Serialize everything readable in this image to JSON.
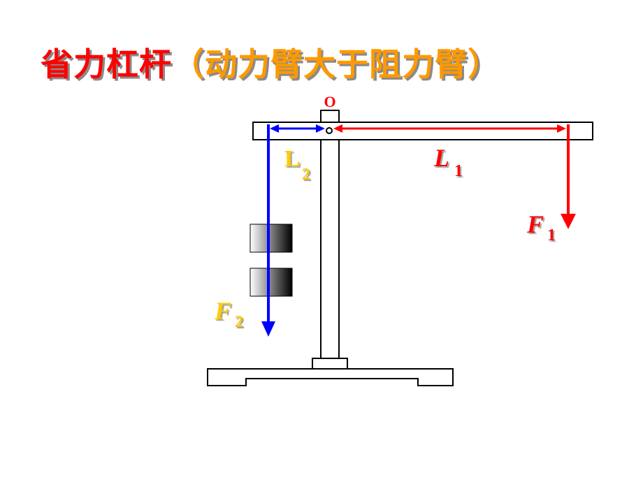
{
  "title": {
    "main": "省力杠杆",
    "paren": "（动力臂大于阻力臂）"
  },
  "labels": {
    "pivot": "O",
    "L2_main": "L",
    "L2_sub": "2",
    "L1_main": "L",
    "L1_sub": "1",
    "F1_main": "F",
    "F1_sub": "1",
    "F2_main": "F",
    "F2_sub": "2"
  },
  "colors": {
    "title_main": "#ff0000",
    "title_paren": "#ff9900",
    "effort_arm": "#ff0000",
    "resistance_arm": "#0000ff",
    "label_yellow": "#ffcc00",
    "label_red": "#ff0000"
  }
}
